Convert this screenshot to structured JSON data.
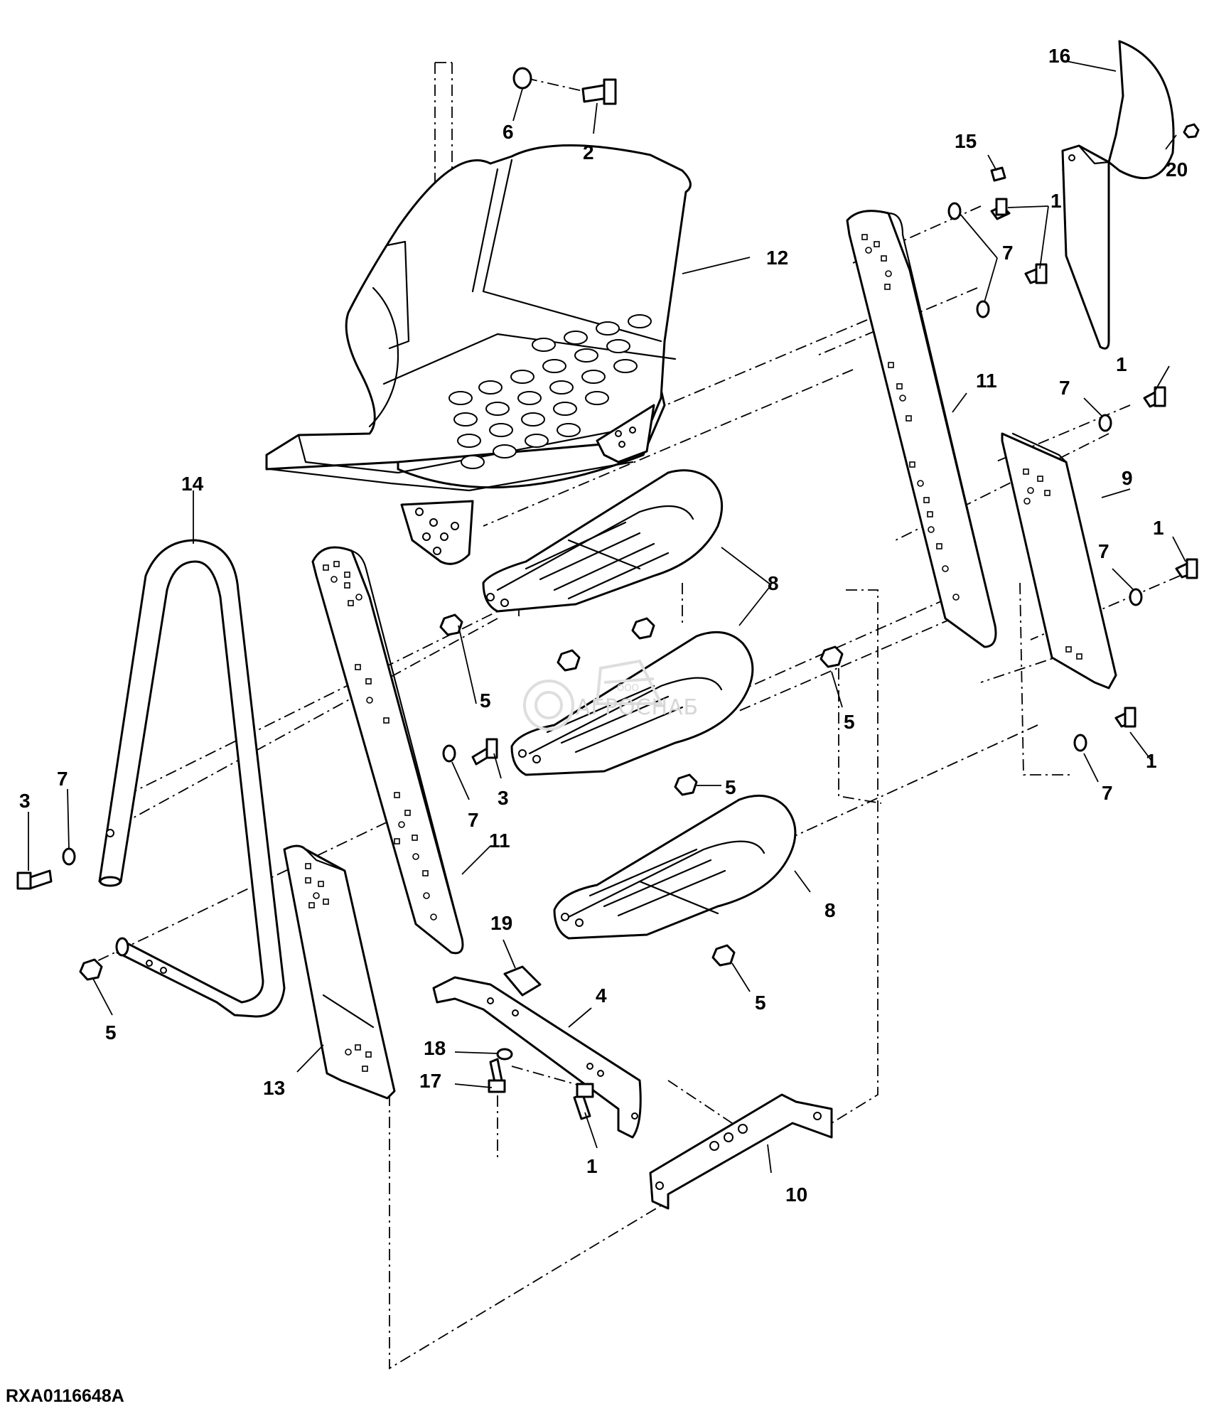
{
  "figure": {
    "reference": "RXA0116648A"
  },
  "watermark": {
    "company_small": "ООО",
    "company": "АГРОСНАБ",
    "icon": "gear-tractor-logo"
  },
  "callouts": [
    {
      "id": "c1a",
      "label": "1"
    },
    {
      "id": "c1b",
      "label": "1"
    },
    {
      "id": "c1c",
      "label": "1"
    },
    {
      "id": "c1d",
      "label": "1"
    },
    {
      "id": "c1e",
      "label": "1"
    },
    {
      "id": "c2",
      "label": "2"
    },
    {
      "id": "c3a",
      "label": "3"
    },
    {
      "id": "c3b",
      "label": "3"
    },
    {
      "id": "c4",
      "label": "4"
    },
    {
      "id": "c5a",
      "label": "5"
    },
    {
      "id": "c5b",
      "label": "5"
    },
    {
      "id": "c5c",
      "label": "5"
    },
    {
      "id": "c5d",
      "label": "5"
    },
    {
      "id": "c5e",
      "label": "5"
    },
    {
      "id": "c6",
      "label": "6"
    },
    {
      "id": "c7a",
      "label": "7"
    },
    {
      "id": "c7b",
      "label": "7"
    },
    {
      "id": "c7c",
      "label": "7"
    },
    {
      "id": "c7d",
      "label": "7"
    },
    {
      "id": "c7e",
      "label": "7"
    },
    {
      "id": "c7f",
      "label": "7"
    },
    {
      "id": "c8a",
      "label": "8"
    },
    {
      "id": "c8b",
      "label": "8"
    },
    {
      "id": "c9",
      "label": "9"
    },
    {
      "id": "c10",
      "label": "10"
    },
    {
      "id": "c11a",
      "label": "11"
    },
    {
      "id": "c11b",
      "label": "11"
    },
    {
      "id": "c12",
      "label": "12"
    },
    {
      "id": "c13",
      "label": "13"
    },
    {
      "id": "c14",
      "label": "14"
    },
    {
      "id": "c15",
      "label": "15"
    },
    {
      "id": "c16",
      "label": "16"
    },
    {
      "id": "c17",
      "label": "17"
    },
    {
      "id": "c18",
      "label": "18"
    },
    {
      "id": "c19",
      "label": "19"
    },
    {
      "id": "c20",
      "label": "20"
    }
  ]
}
